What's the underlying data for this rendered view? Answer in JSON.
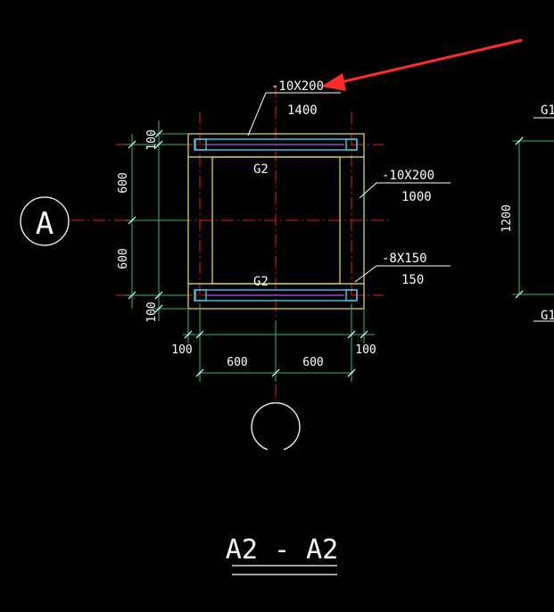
{
  "colors": {
    "background": "#000000",
    "outline": "#e6e65a",
    "centerline": "#e02020",
    "dimension": "#2fb88a",
    "steel": "#4cc4e8",
    "text": "#ffffff",
    "arrow": "#ff2a2a"
  },
  "section_title": "A2 - A2",
  "axis_bubble_left": "A",
  "top_plate": {
    "spec": "-10X200",
    "length": "1400"
  },
  "side_plate": {
    "spec": "-10X200",
    "length": "1000"
  },
  "stiffener": {
    "spec": "-8X150",
    "length": "150"
  },
  "beam_label_top": "G2",
  "beam_label_bottom": "G2",
  "left_dims": [
    "100",
    "600",
    "600",
    "100"
  ],
  "bottom_dims": [
    "100",
    "600",
    "600",
    "100"
  ],
  "right_dim": "1200",
  "right_labels": [
    "G1",
    "G1"
  ]
}
